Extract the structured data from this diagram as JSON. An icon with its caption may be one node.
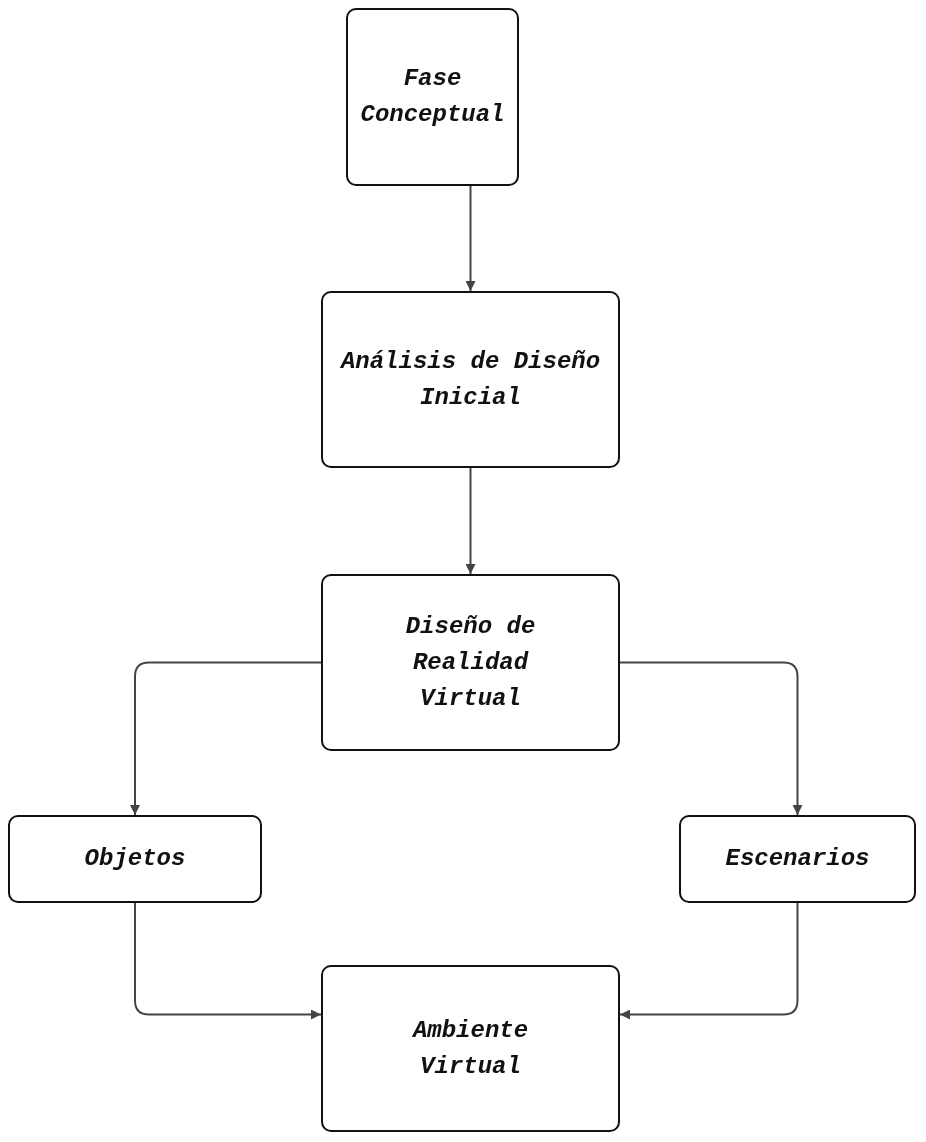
{
  "diagram": {
    "nodes": [
      {
        "text": [
          "Fase Conceptual"
        ]
      },
      {
        "text": [
          "Análisis de Diseño Inicial"
        ]
      },
      {
        "text": [
          "Diseño de Realidad Virtual"
        ]
      },
      {
        "text": [
          "Objetos"
        ]
      },
      {
        "text": [
          "Escenarios"
        ]
      },
      {
        "text": [
          "Ambiente Virtual"
        ]
      }
    ],
    "edges": [
      {
        "from": 0,
        "to": 1,
        "arrow": "to"
      },
      {
        "from": 1,
        "to": 2,
        "arrow": "to"
      },
      {
        "from": 2,
        "to": 3,
        "arrow": "to"
      },
      {
        "from": 2,
        "to": 4,
        "arrow": "to"
      },
      {
        "from": 3,
        "to": 5,
        "arrow": "to"
      },
      {
        "from": 4,
        "to": 5,
        "arrow": "to"
      }
    ]
  }
}
